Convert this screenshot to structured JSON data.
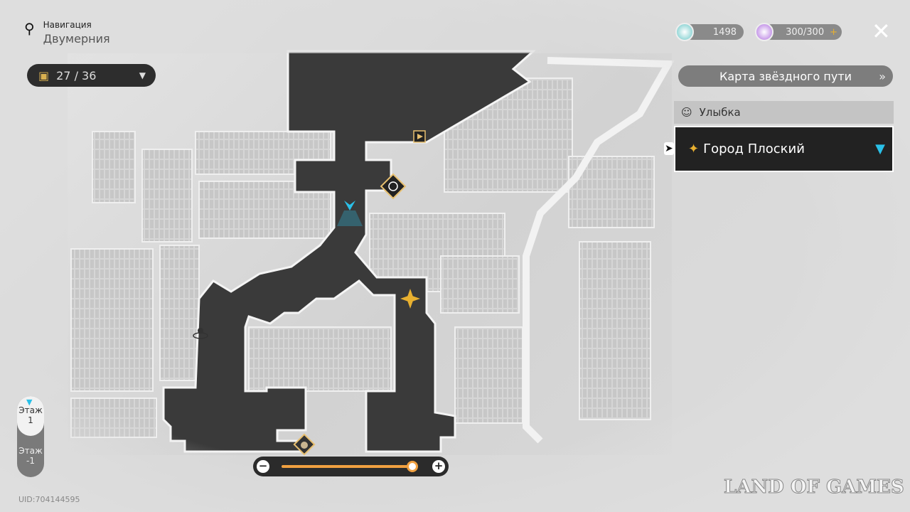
{
  "navigation": {
    "label": "Навигация",
    "location": "Двумерния"
  },
  "chests": {
    "value": "27 / 36"
  },
  "currency": {
    "stellar_jade": "1498",
    "trailblaze_power": "300/300",
    "add": "+"
  },
  "star_rail_map_button": "Карта звёздного пути",
  "region": {
    "name": "Улыбка"
  },
  "selected_location": {
    "name": "Город Плоский"
  },
  "floors": [
    {
      "label": "Этаж",
      "num": "1",
      "active": true
    },
    {
      "label": "Этаж",
      "num": "-1",
      "active": false
    }
  ],
  "zoom": {
    "level": 0.97,
    "minus": "−",
    "plus": "+"
  },
  "uid": "UID:704144595",
  "watermark": "LAND OF GAMES",
  "colors": {
    "accent": "#f0a040",
    "marker": "#2ac0e8",
    "map_dark": "#3a3a3a"
  }
}
